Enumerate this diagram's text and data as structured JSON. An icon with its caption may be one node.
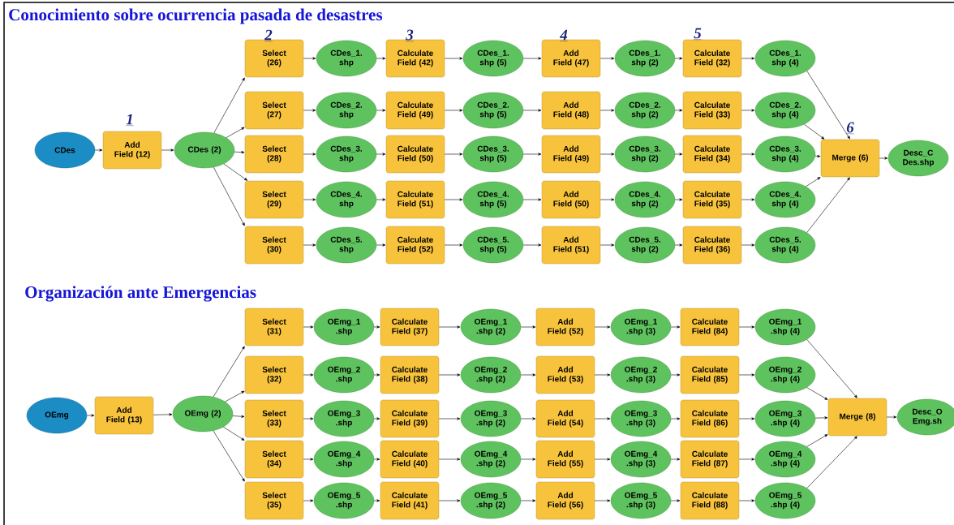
{
  "diagram": {
    "nodes": [
      {
        "text": [
          "CDes"
        ]
      },
      {
        "text": [
          "Add Field (12)"
        ]
      },
      {
        "text": [
          "CDes (2)"
        ]
      },
      {
        "text": [
          "Select (26)"
        ]
      },
      {
        "text": [
          "CDes_1. shp"
        ]
      },
      {
        "text": [
          "Calculate Field (42)"
        ]
      },
      {
        "text": [
          "CDes_1. shp (5)"
        ]
      },
      {
        "text": [
          "Add Field (47)"
        ]
      },
      {
        "text": [
          "CDes_1. shp (2)"
        ]
      },
      {
        "text": [
          "Calculate Field (32)"
        ]
      },
      {
        "text": [
          "CDes_1. shp (4)"
        ]
      },
      {
        "text": [
          "Select (27)"
        ]
      },
      {
        "text": [
          "CDes_2. shp"
        ]
      },
      {
        "text": [
          "Calculate Field (49)"
        ]
      },
      {
        "text": [
          "CDes_2. shp (5)"
        ]
      },
      {
        "text": [
          "Add Field (48)"
        ]
      },
      {
        "text": [
          "CDes_2. shp (2)"
        ]
      },
      {
        "text": [
          "Calculate Field (33)"
        ]
      },
      {
        "text": [
          "CDes_2. shp (4)"
        ]
      },
      {
        "text": [
          "Select (28)"
        ]
      },
      {
        "text": [
          "CDes_3. shp"
        ]
      },
      {
        "text": [
          "Calculate Field (50)"
        ]
      },
      {
        "text": [
          "CDes_3. shp (5)"
        ]
      },
      {
        "text": [
          "Add Field (49)"
        ]
      },
      {
        "text": [
          "CDes_3. shp (2)"
        ]
      },
      {
        "text": [
          "Calculate Field (34)"
        ]
      },
      {
        "text": [
          "CDes_3. shp (4)"
        ]
      },
      {
        "text": [
          "Select (29)"
        ]
      },
      {
        "text": [
          "CDes_4. shp"
        ]
      },
      {
        "text": [
          "Calculate Field (51)"
        ]
      },
      {
        "text": [
          "CDes_4. shp (5)"
        ]
      },
      {
        "text": [
          "Add Field (50)"
        ]
      },
      {
        "text": [
          "CDes_4. shp (2)"
        ]
      },
      {
        "text": [
          "Calculate Field (35)"
        ]
      },
      {
        "text": [
          "CDes_4. shp (4)"
        ]
      },
      {
        "text": [
          "Select (30)"
        ]
      },
      {
        "text": [
          "CDes_5. shp"
        ]
      },
      {
        "text": [
          "Calculate Field (52)"
        ]
      },
      {
        "text": [
          "CDes_5. shp (5)"
        ]
      },
      {
        "text": [
          "Add Field (51)"
        ]
      },
      {
        "text": [
          "CDes_5. shp (2)"
        ]
      },
      {
        "text": [
          "Calculate Field (36)"
        ]
      },
      {
        "text": [
          "CDes_5. shp (4)"
        ]
      },
      {
        "text": [
          "Merge (6)"
        ]
      },
      {
        "text": [
          "Desc_C Des.shp"
        ]
      },
      {
        "text": [
          "OEmg"
        ]
      },
      {
        "text": [
          "Add Field (13)"
        ]
      },
      {
        "text": [
          "OEmg (2)"
        ]
      },
      {
        "text": [
          "Select (31)"
        ]
      },
      {
        "text": [
          "OEmg_1 .shp"
        ]
      },
      {
        "text": [
          "Calculate Field (37)"
        ]
      },
      {
        "text": [
          "OEmg_1 .shp (2)"
        ]
      },
      {
        "text": [
          "Add Field (52)"
        ]
      },
      {
        "text": [
          "OEmg_1 .shp (3)"
        ]
      },
      {
        "text": [
          "Calculate Field (84)"
        ]
      },
      {
        "text": [
          "OEmg_1 .shp (4)"
        ]
      },
      {
        "text": [
          "Select (32)"
        ]
      },
      {
        "text": [
          "OEmg_2 .shp"
        ]
      },
      {
        "text": [
          "Calculate Field (38)"
        ]
      },
      {
        "text": [
          "OEmg_2 .shp (2)"
        ]
      },
      {
        "text": [
          "Add Field (53)"
        ]
      },
      {
        "text": [
          "OEmg_2 .shp (3)"
        ]
      },
      {
        "text": [
          "Calculate Field (85)"
        ]
      },
      {
        "text": [
          "OEmg_2 .shp (4)"
        ]
      },
      {
        "text": [
          "Select (33)"
        ]
      },
      {
        "text": [
          "OEmg_3 .shp"
        ]
      },
      {
        "text": [
          "Calculate Field (39)"
        ]
      },
      {
        "text": [
          "OEmg_3 .shp (2)"
        ]
      },
      {
        "text": [
          "Add Field (54)"
        ]
      },
      {
        "text": [
          "OEmg_3 .shp (3)"
        ]
      },
      {
        "text": [
          "Calculate Field (86)"
        ]
      },
      {
        "text": [
          "OEmg_3 .shp (4)"
        ]
      },
      {
        "text": [
          "Select (34)"
        ]
      },
      {
        "text": [
          "OEmg_4 .shp"
        ]
      },
      {
        "text": [
          "Calculate Field (40)"
        ]
      },
      {
        "text": [
          "OEmg_4 .shp (2)"
        ]
      },
      {
        "text": [
          "Add Field (55)"
        ]
      },
      {
        "text": [
          "OEmg_4 .shp (3)"
        ]
      },
      {
        "text": [
          "Calculate Field (87)"
        ]
      },
      {
        "text": [
          "OEmg_4 .shp (4)"
        ]
      },
      {
        "text": [
          "Select (35)"
        ]
      },
      {
        "text": [
          "OEmg_5 .shp"
        ]
      },
      {
        "text": [
          "Calculate Field (41)"
        ]
      },
      {
        "text": [
          "OEmg_5 .shp (2)"
        ]
      },
      {
        "text": [
          "Add Field (56)"
        ]
      },
      {
        "text": [
          "OEmg_5 .shp (3)"
        ]
      },
      {
        "text": [
          "Calculate Field (88)"
        ]
      },
      {
        "text": [
          "OEmg_5 .shp (4)"
        ]
      },
      {
        "text": [
          "Merge (8)"
        ]
      },
      {
        "text": [
          "Desc_O Emg.sh"
        ]
      }
    ],
    "edges": [
      {
        "from": 0,
        "to": 1,
        "arrow": "to"
      },
      {
        "from": 1,
        "to": 2,
        "arrow": "to"
      },
      {
        "from": 2,
        "to": 3,
        "arrow": "to"
      },
      {
        "from": 2,
        "to": 11,
        "arrow": "to"
      },
      {
        "from": 2,
        "to": 19,
        "arrow": "to"
      },
      {
        "from": 2,
        "to": 27,
        "arrow": "to"
      },
      {
        "from": 2,
        "to": 35,
        "arrow": "to"
      },
      {
        "from": 3,
        "to": 4,
        "arrow": "to"
      },
      {
        "from": 4,
        "to": 5,
        "arrow": "to"
      },
      {
        "from": 5,
        "to": 6,
        "arrow": "to"
      },
      {
        "from": 6,
        "to": 7,
        "arrow": "to"
      },
      {
        "from": 7,
        "to": 8,
        "arrow": "to"
      },
      {
        "from": 8,
        "to": 9,
        "arrow": "to"
      },
      {
        "from": 9,
        "to": 10,
        "arrow": "to"
      },
      {
        "from": 10,
        "to": 43,
        "arrow": "to"
      },
      {
        "from": 11,
        "to": 12,
        "arrow": "to"
      },
      {
        "from": 12,
        "to": 13,
        "arrow": "to"
      },
      {
        "from": 13,
        "to": 14,
        "arrow": "to"
      },
      {
        "from": 14,
        "to": 15,
        "arrow": "to"
      },
      {
        "from": 15,
        "to": 16,
        "arrow": "to"
      },
      {
        "from": 16,
        "to": 17,
        "arrow": "to"
      },
      {
        "from": 17,
        "to": 18,
        "arrow": "to"
      },
      {
        "from": 18,
        "to": 43,
        "arrow": "to"
      },
      {
        "from": 19,
        "to": 20,
        "arrow": "to"
      },
      {
        "from": 20,
        "to": 21,
        "arrow": "to"
      },
      {
        "from": 21,
        "to": 22,
        "arrow": "to"
      },
      {
        "from": 22,
        "to": 23,
        "arrow": "to"
      },
      {
        "from": 23,
        "to": 24,
        "arrow": "to"
      },
      {
        "from": 24,
        "to": 25,
        "arrow": "to"
      },
      {
        "from": 25,
        "to": 26,
        "arrow": "to"
      },
      {
        "from": 26,
        "to": 43,
        "arrow": "to"
      },
      {
        "from": 27,
        "to": 28,
        "arrow": "to"
      },
      {
        "from": 28,
        "to": 29,
        "arrow": "to"
      },
      {
        "from": 29,
        "to": 30,
        "arrow": "to"
      },
      {
        "from": 30,
        "to": 31,
        "arrow": "to"
      },
      {
        "from": 31,
        "to": 32,
        "arrow": "to"
      },
      {
        "from": 32,
        "to": 33,
        "arrow": "to"
      },
      {
        "from": 33,
        "to": 34,
        "arrow": "to"
      },
      {
        "from": 34,
        "to": 43,
        "arrow": "to"
      },
      {
        "from": 35,
        "to": 36,
        "arrow": "to"
      },
      {
        "from": 36,
        "to": 37,
        "arrow": "to"
      },
      {
        "from": 37,
        "to": 38,
        "arrow": "to"
      },
      {
        "from": 38,
        "to": 39,
        "arrow": "to"
      },
      {
        "from": 39,
        "to": 40,
        "arrow": "to"
      },
      {
        "from": 40,
        "to": 41,
        "arrow": "to"
      },
      {
        "from": 41,
        "to": 42,
        "arrow": "to"
      },
      {
        "from": 42,
        "to": 43,
        "arrow": "to"
      },
      {
        "from": 43,
        "to": 44,
        "arrow": "to"
      },
      {
        "from": 45,
        "to": 46,
        "arrow": "to"
      },
      {
        "from": 46,
        "to": 47,
        "arrow": "to"
      },
      {
        "from": 47,
        "to": 48,
        "arrow": "to"
      },
      {
        "from": 47,
        "to": 56,
        "arrow": "to"
      },
      {
        "from": 47,
        "to": 64,
        "arrow": "to"
      },
      {
        "from": 47,
        "to": 72,
        "arrow": "to"
      },
      {
        "from": 47,
        "to": 80,
        "arrow": "to"
      },
      {
        "from": 48,
        "to": 49,
        "arrow": "to"
      },
      {
        "from": 49,
        "to": 50,
        "arrow": "to"
      },
      {
        "from": 50,
        "to": 51,
        "arrow": "to"
      },
      {
        "from": 51,
        "to": 52,
        "arrow": "to"
      },
      {
        "from": 52,
        "to": 53,
        "arrow": "to"
      },
      {
        "from": 53,
        "to": 54,
        "arrow": "to"
      },
      {
        "from": 54,
        "to": 55,
        "arrow": "to"
      },
      {
        "from": 55,
        "to": 88,
        "arrow": "to"
      },
      {
        "from": 56,
        "to": 57,
        "arrow": "to"
      },
      {
        "from": 57,
        "to": 58,
        "arrow": "to"
      },
      {
        "from": 58,
        "to": 59,
        "arrow": "to"
      },
      {
        "from": 59,
        "to": 60,
        "arrow": "to"
      },
      {
        "from": 60,
        "to": 61,
        "arrow": "to"
      },
      {
        "from": 61,
        "to": 62,
        "arrow": "to"
      },
      {
        "from": 62,
        "to": 63,
        "arrow": "to"
      },
      {
        "from": 63,
        "to": 88,
        "arrow": "to"
      },
      {
        "from": 64,
        "to": 65,
        "arrow": "to"
      },
      {
        "from": 65,
        "to": 66,
        "arrow": "to"
      },
      {
        "from": 66,
        "to": 67,
        "arrow": "to"
      },
      {
        "from": 67,
        "to": 68,
        "arrow": "to"
      },
      {
        "from": 68,
        "to": 69,
        "arrow": "to"
      },
      {
        "from": 69,
        "to": 70,
        "arrow": "to"
      },
      {
        "from": 70,
        "to": 71,
        "arrow": "to"
      },
      {
        "from": 71,
        "to": 88,
        "arrow": "to"
      },
      {
        "from": 72,
        "to": 73,
        "arrow": "to"
      },
      {
        "from": 73,
        "to": 74,
        "arrow": "to"
      },
      {
        "from": 74,
        "to": 75,
        "arrow": "to"
      },
      {
        "from": 75,
        "to": 76,
        "arrow": "to"
      },
      {
        "from": 76,
        "to": 77,
        "arrow": "to"
      },
      {
        "from": 77,
        "to": 78,
        "arrow": "to"
      },
      {
        "from": 78,
        "to": 79,
        "arrow": "to"
      },
      {
        "from": 79,
        "to": 88,
        "arrow": "to"
      },
      {
        "from": 80,
        "to": 81,
        "arrow": "to"
      },
      {
        "from": 81,
        "to": 82,
        "arrow": "to"
      },
      {
        "from": 82,
        "to": 83,
        "arrow": "to"
      },
      {
        "from": 83,
        "to": 84,
        "arrow": "to"
      },
      {
        "from": 84,
        "to": 85,
        "arrow": "to"
      },
      {
        "from": 85,
        "to": 86,
        "arrow": "to"
      },
      {
        "from": 86,
        "to": 87,
        "arrow": "to"
      },
      {
        "from": 87,
        "to": 88,
        "arrow": "to"
      },
      {
        "from": 88,
        "to": 89,
        "arrow": "to"
      }
    ],
    "labels": [
      "Conocimiento sobre ocurrencia pasada de desastres",
      "2",
      "3",
      "4",
      "5",
      "1",
      "6",
      "Organización ante Emergencias"
    ]
  }
}
